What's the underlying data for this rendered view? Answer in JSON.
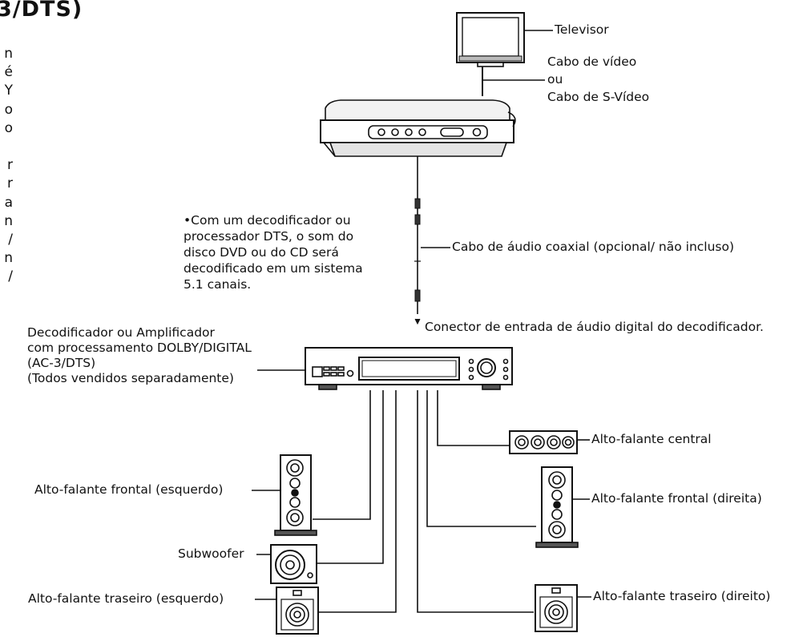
{
  "heading_fragment": "3/DTS)",
  "side_letters": [
    "n",
    "é",
    "Y",
    "o",
    "o",
    "",
    "r",
    "r",
    "a",
    "n",
    "/",
    "n",
    "/"
  ],
  "labels": {
    "tv": "Televisor",
    "video_cable": [
      "Cabo de vídeo",
      "ou",
      "Cabo de S-Vídeo"
    ],
    "note": [
      "•Com um decodificador ou",
      "processador DTS, o som do",
      "disco DVD ou do CD será",
      "decodificado em um sistema",
      "5.1 canais."
    ],
    "coax_cable": "Cabo de áudio coaxial (opcional/ não incluso)",
    "digital_input": "Conector de entrada de áudio digital do decodificador.",
    "decoder": [
      "Decodificador ou Amplificador",
      "com processamento DOLBY/DIGITAL",
      "(AC-3/DTS)",
      "(Todos vendidos separadamente)"
    ],
    "center_speaker": "Alto-falante central",
    "front_left": "Alto-falante frontal (esquerdo)",
    "front_right": "Alto-falante frontal (direita)",
    "subwoofer": "Subwoofer",
    "rear_left": "Alto-falante traseiro (esquerdo)",
    "rear_right": "Alto-falante traseiro (direito)"
  }
}
